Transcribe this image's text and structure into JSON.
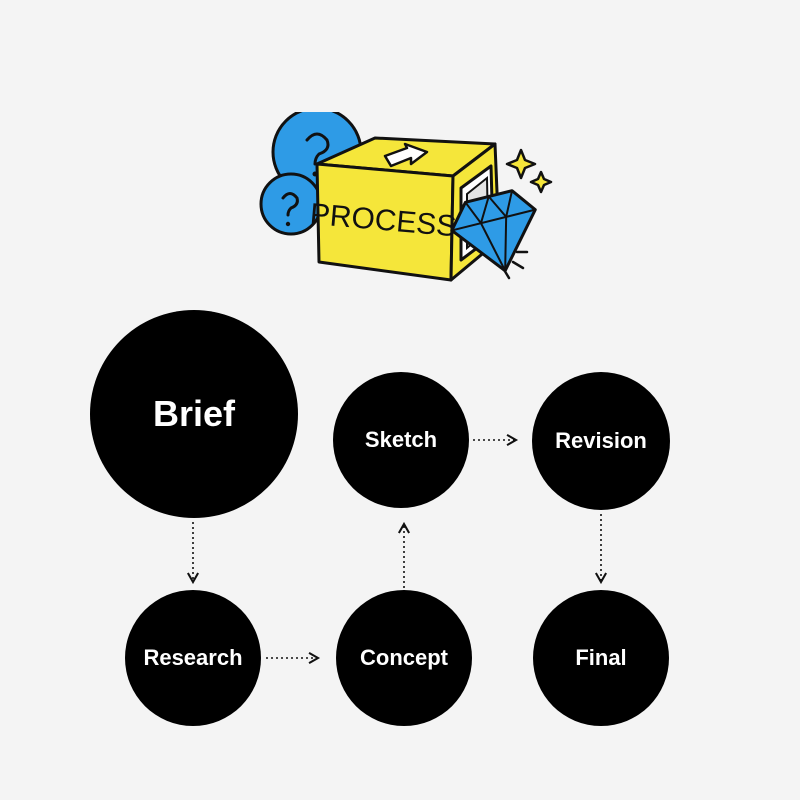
{
  "illustration": {
    "label": "PROCESS",
    "icons": [
      "question-bubble-icon",
      "box-icon",
      "diamond-icon",
      "sparkle-icon"
    ],
    "colors": {
      "box": "#f5e63a",
      "bubble": "#2e9be6",
      "diamond": "#2e9be6",
      "sparkle": "#f5e63a",
      "outline": "#111111"
    }
  },
  "nodes": {
    "brief": "Brief",
    "sketch": "Sketch",
    "revision": "Revision",
    "research": "Research",
    "concept": "Concept",
    "final": "Final"
  },
  "edges": [
    {
      "from": "brief",
      "to": "research"
    },
    {
      "from": "research",
      "to": "concept"
    },
    {
      "from": "concept",
      "to": "sketch"
    },
    {
      "from": "sketch",
      "to": "revision"
    },
    {
      "from": "revision",
      "to": "final"
    }
  ],
  "colors": {
    "background": "#f4f4f4",
    "node": "#000000",
    "node_text": "#ffffff",
    "arrow": "#111111"
  }
}
